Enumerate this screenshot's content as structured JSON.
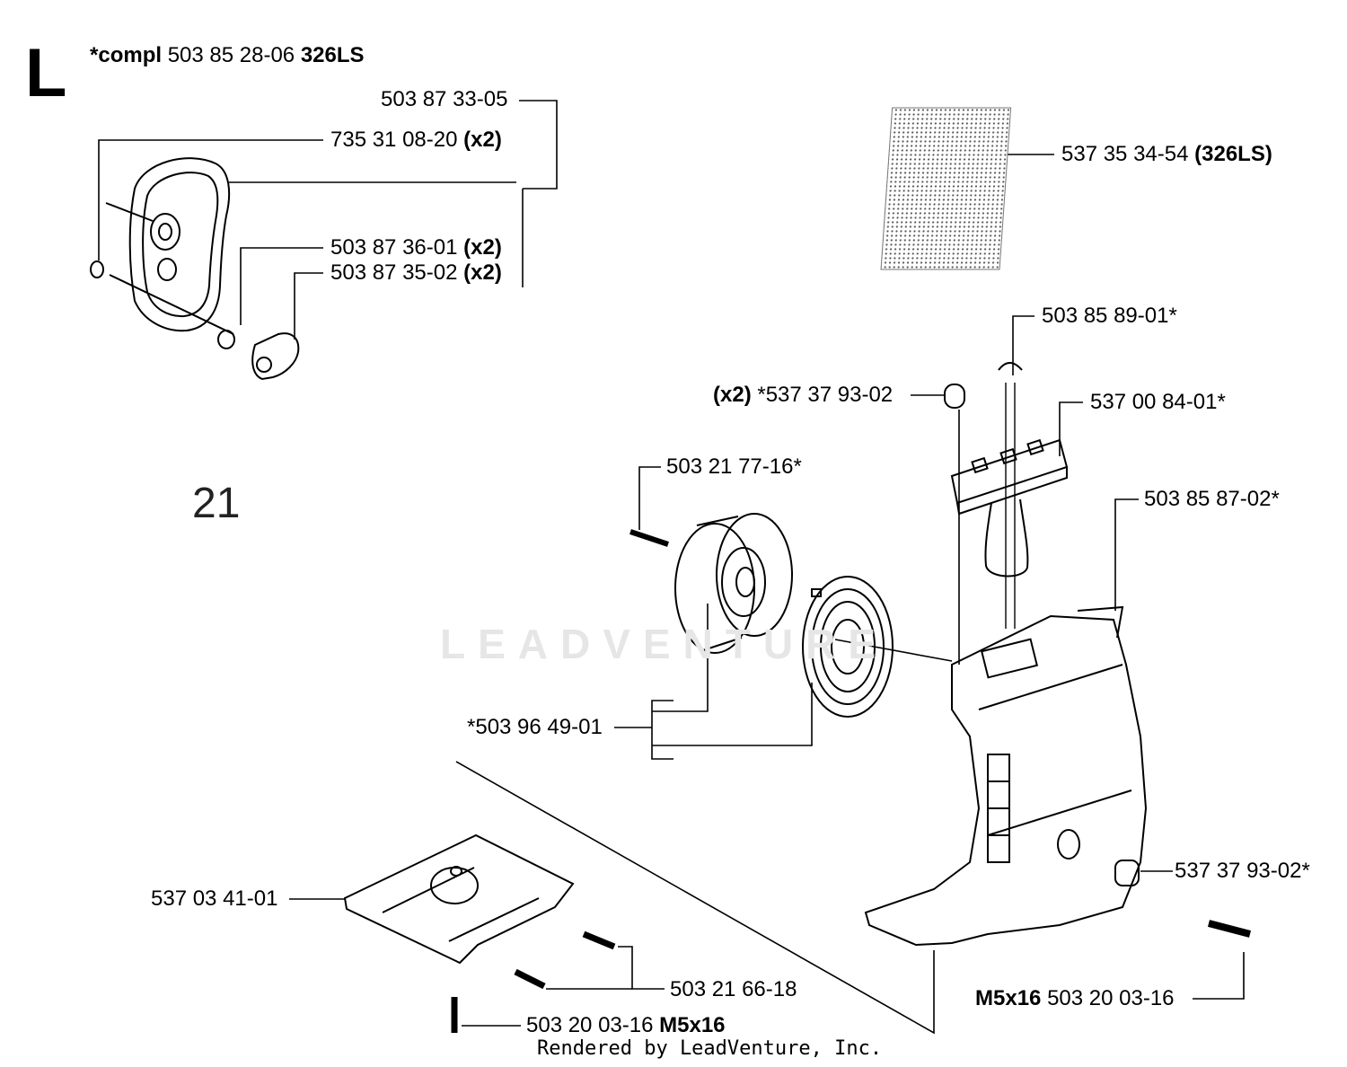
{
  "header": {
    "section": "L",
    "compl_prefix": "*compl",
    "compl_number": "503 85 28-06",
    "compl_model": "326LS"
  },
  "figure_number": "21",
  "watermark": "LEADVENTURE",
  "footer": {
    "credit": "Rendered by LeadVenture, Inc."
  },
  "parts": [
    {
      "pre": "",
      "num": "503 87 33-05",
      "suf": ""
    },
    {
      "pre": "",
      "num": "735 31 08-20",
      "suf": "(x2)"
    },
    {
      "pre": "",
      "num": "503 87 36-01",
      "suf": "(x2)"
    },
    {
      "pre": "",
      "num": "503 87 35-02",
      "suf": "(x2)"
    },
    {
      "pre": "",
      "num": "537 35 34-54",
      "suf": "(326LS)"
    },
    {
      "pre": "",
      "num": "503 85 89-01*",
      "suf": ""
    },
    {
      "pre": "(x2)",
      "num": "*537 37 93-02",
      "suf": ""
    },
    {
      "pre": "",
      "num": "537 00 84-01*",
      "suf": ""
    },
    {
      "pre": "",
      "num": "503 21 77-16*",
      "suf": ""
    },
    {
      "pre": "",
      "num": "503 85 87-02*",
      "suf": ""
    },
    {
      "pre": "",
      "num": "*503 96 49-01",
      "suf": ""
    },
    {
      "pre": "",
      "num": "537 03 41-01",
      "suf": ""
    },
    {
      "pre": "",
      "num": "537 37 93-02*",
      "suf": ""
    },
    {
      "pre": "",
      "num": "503 21 66-18",
      "suf": ""
    },
    {
      "pre": "M5x16",
      "num": "503 20 03-16",
      "suf": ""
    },
    {
      "pre": "",
      "num": "503 20 03-16",
      "suf": "M5x16"
    }
  ]
}
